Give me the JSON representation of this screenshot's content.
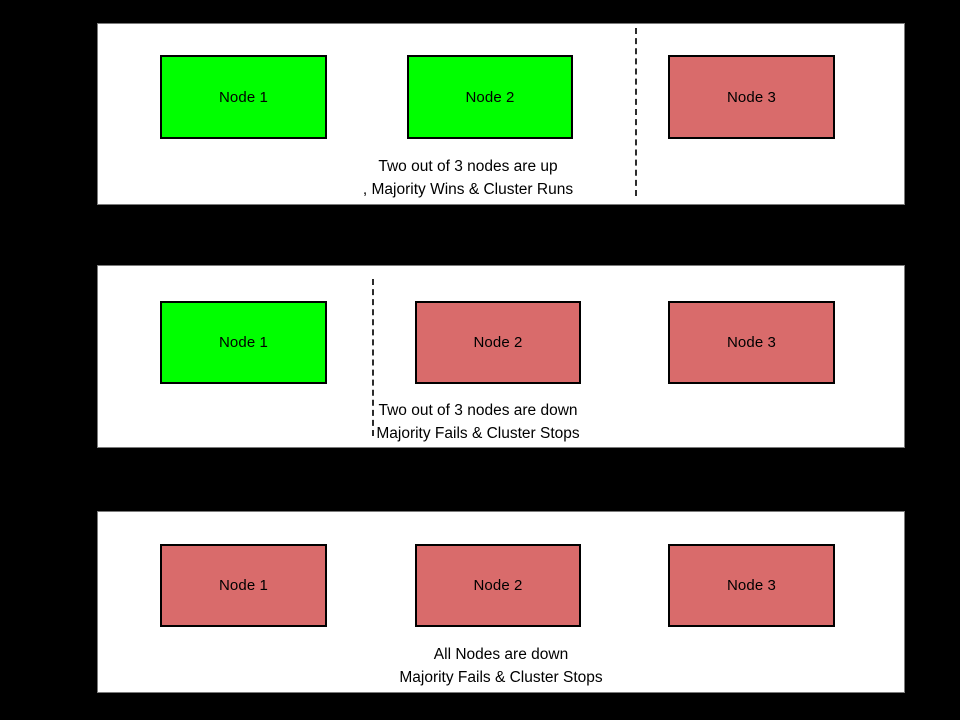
{
  "diagram": {
    "background_color": "#000000",
    "panel_background": "#ffffff",
    "node_up_color": "#00ff00",
    "node_down_color": "#d96b6b",
    "border_color": "#000000",
    "scenarios": [
      {
        "id": "scenario-one-node-down",
        "nodes": [
          {
            "label": "Node 1",
            "state": "up"
          },
          {
            "label": "Node 2",
            "state": "up"
          },
          {
            "label": "Node 3",
            "state": "down"
          }
        ],
        "divider": "dashed-vertical",
        "caption_line_1": "Two out of 3 nodes are up",
        "caption_line_2": ", Majority Wins & Cluster Runs"
      },
      {
        "id": "scenario-two-nodes-down",
        "nodes": [
          {
            "label": "Node 1",
            "state": "up"
          },
          {
            "label": "Node 2",
            "state": "down"
          },
          {
            "label": "Node 3",
            "state": "down"
          }
        ],
        "divider": "dashed-vertical",
        "caption_line_1": "Two out of 3 nodes are down",
        "caption_line_2": "Majority Fails & Cluster Stops"
      },
      {
        "id": "scenario-all-nodes-down",
        "nodes": [
          {
            "label": "Node 1",
            "state": "down"
          },
          {
            "label": "Node 2",
            "state": "down"
          },
          {
            "label": "Node 3",
            "state": "down"
          }
        ],
        "divider": "none",
        "caption_line_1": "All Nodes are down",
        "caption_line_2": "Majority Fails & Cluster Stops"
      }
    ]
  }
}
